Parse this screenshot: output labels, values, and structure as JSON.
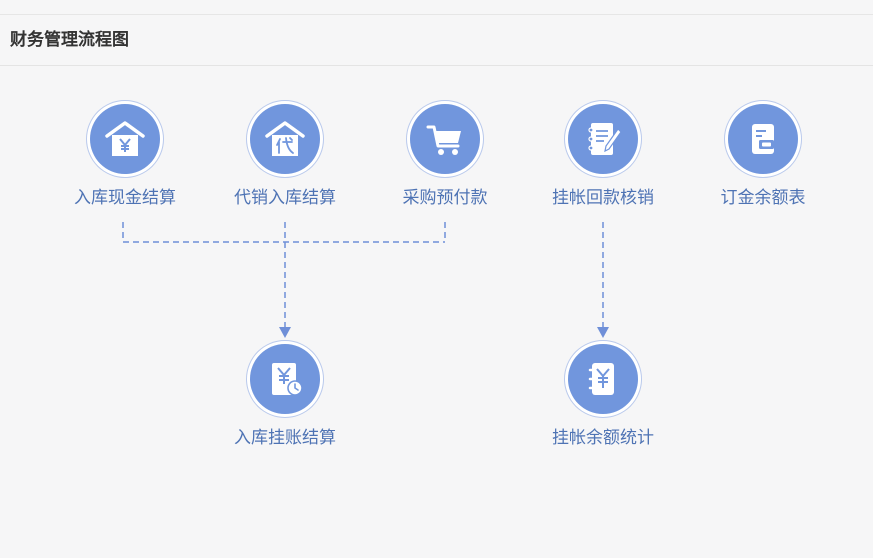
{
  "page": {
    "title": "财务管理流程图"
  },
  "theme": {
    "accent": "#7196dd",
    "label_color": "#4e73b4",
    "connector_color": "#6f8fd8"
  },
  "nodes": {
    "stock_in_cash": {
      "label": "入库现金结算",
      "icon": "house-yen-icon"
    },
    "consignment_stock_in": {
      "label": "代销入库结算",
      "icon": "house-dai-icon"
    },
    "purchase_prepayment": {
      "label": "采购预付款",
      "icon": "shopping-cart-icon"
    },
    "credit_writeoff": {
      "label": "挂帐回款核销",
      "icon": "notebook-pen-icon"
    },
    "deposit_balance": {
      "label": "订金余额表",
      "icon": "wallet-card-icon"
    },
    "stock_in_credit": {
      "label": "入库挂账结算",
      "icon": "yen-clock-icon"
    },
    "credit_balance_stats": {
      "label": "挂帐余额统计",
      "icon": "yen-notebook-icon"
    }
  }
}
